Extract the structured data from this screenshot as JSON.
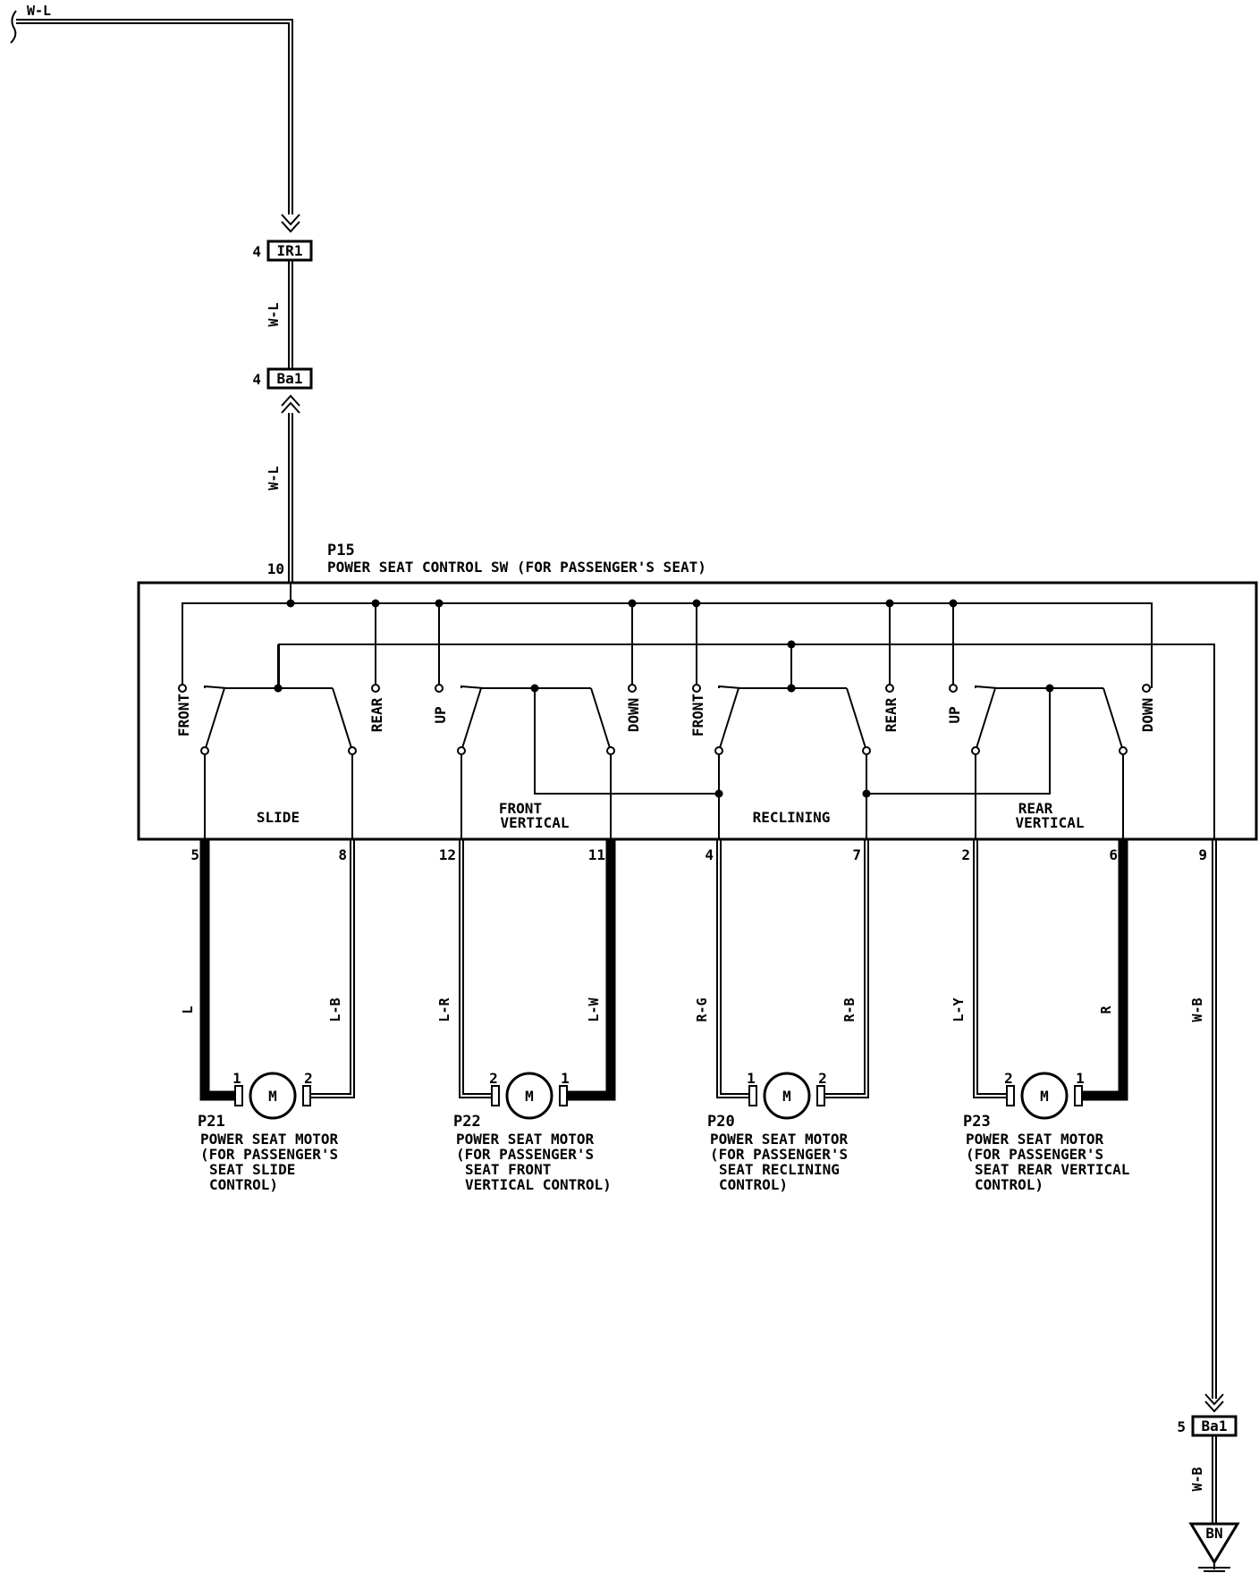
{
  "switch": {
    "code": "P15",
    "name": "POWER SEAT CONTROL SW (FOR PASSENGER'S SEAT)",
    "input_pin": "10",
    "ground_pin": "9"
  },
  "input_wire": "W-L",
  "connector_ir1": {
    "pin": "4",
    "name": "IR1"
  },
  "connector_ba1_top": {
    "pin": "4",
    "name": "Ba1"
  },
  "connector_ba1_bottom": {
    "pin": "5",
    "name": "Ba1"
  },
  "ground_wire": "W-B",
  "ground_point": "BN",
  "groups": [
    {
      "title": [
        "SLIDE"
      ],
      "left_label": "FRONT",
      "right_label": "REAR"
    },
    {
      "title": [
        "FRONT",
        "VERTICAL"
      ],
      "left_label": "UP",
      "right_label": "DOWN"
    },
    {
      "title": [
        "RECLINING"
      ],
      "left_label": "FRONT",
      "right_label": "REAR"
    },
    {
      "title": [
        "REAR",
        "VERTICAL"
      ],
      "left_label": "UP",
      "right_label": "DOWN"
    }
  ],
  "motors": [
    {
      "code": "P21",
      "desc": [
        "POWER SEAT MOTOR",
        "(FOR PASSENGER'S",
        "SEAT SLIDE",
        "CONTROL)"
      ],
      "left_pin": "5",
      "right_pin": "8",
      "left_wire": "L",
      "right_wire": "L-B",
      "left_motor_pin": "1",
      "right_motor_pin": "2",
      "symbol": "M"
    },
    {
      "code": "P22",
      "desc": [
        "POWER SEAT MOTOR",
        "(FOR PASSENGER'S",
        "SEAT FRONT",
        "VERTICAL CONTROL)"
      ],
      "left_pin": "12",
      "right_pin": "11",
      "left_wire": "L-R",
      "right_wire": "L-W",
      "left_motor_pin": "2",
      "right_motor_pin": "1",
      "symbol": "M"
    },
    {
      "code": "P20",
      "desc": [
        "POWER SEAT MOTOR",
        "(FOR PASSENGER'S",
        "SEAT RECLINING",
        "CONTROL)"
      ],
      "left_pin": "4",
      "right_pin": "7",
      "left_wire": "R-G",
      "right_wire": "R-B",
      "left_motor_pin": "1",
      "right_motor_pin": "2",
      "symbol": "M"
    },
    {
      "code": "P23",
      "desc": [
        "POWER SEAT MOTOR",
        "(FOR PASSENGER'S",
        "SEAT REAR VERTICAL",
        "CONTROL)"
      ],
      "left_pin": "2",
      "right_pin": "6",
      "left_wire": "L-Y",
      "right_wire": "R",
      "left_motor_pin": "2",
      "right_motor_pin": "1",
      "symbol": "M"
    }
  ]
}
